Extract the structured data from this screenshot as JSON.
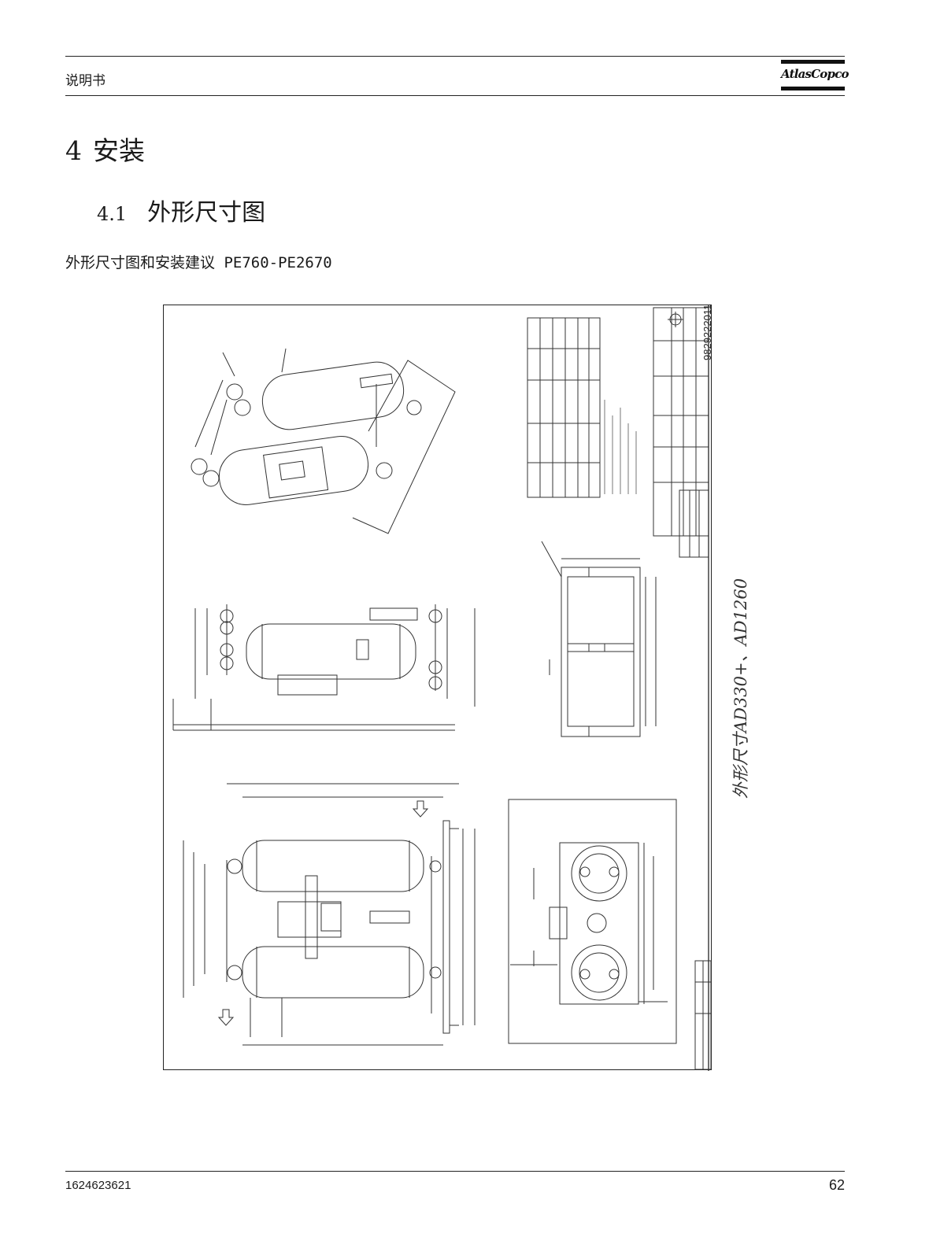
{
  "header": {
    "title": "说明书",
    "logo_text": "AtlasCopco"
  },
  "section": {
    "number": "4",
    "title": "安装"
  },
  "subsection": {
    "number": "4.1",
    "title": "外形尺寸图"
  },
  "caption": "外形尺寸图和安装建议 PE760-PE2670",
  "drawing": {
    "side_caption": "外形尺寸AD330+、AD1260",
    "drawing_number": "9829222011"
  },
  "footer": {
    "doc_number": "1624623621",
    "page_number": "62"
  }
}
